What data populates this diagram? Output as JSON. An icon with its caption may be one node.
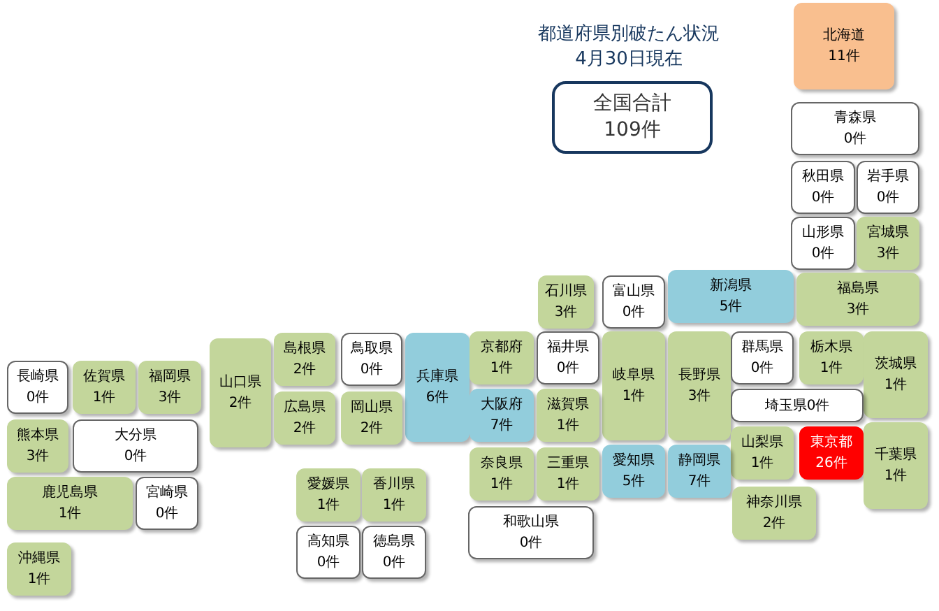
{
  "diagram": {
    "title": "都道府県別破たん状況",
    "labels": [
      "4月30日現在"
    ],
    "nodes": [
      {
        "text": [
          "全国合計",
          "109件"
        ]
      },
      {
        "text": [
          "北海道",
          "11件"
        ]
      },
      {
        "text": [
          "青森県",
          "0件"
        ]
      },
      {
        "text": [
          "秋田県",
          "0件"
        ]
      },
      {
        "text": [
          "岩手県",
          "0件"
        ]
      },
      {
        "text": [
          "山形県",
          "0件"
        ]
      },
      {
        "text": [
          "宮城県",
          "3件"
        ]
      },
      {
        "text": [
          "石川県",
          "3件"
        ]
      },
      {
        "text": [
          "富山県",
          "0件"
        ]
      },
      {
        "text": [
          "新潟県",
          "5件"
        ]
      },
      {
        "text": [
          "福島県",
          "3件"
        ]
      },
      {
        "text": [
          "長崎県",
          "0件"
        ]
      },
      {
        "text": [
          "佐賀県",
          "1件"
        ]
      },
      {
        "text": [
          "福岡県",
          "3件"
        ]
      },
      {
        "text": [
          "山口県",
          "2件"
        ]
      },
      {
        "text": [
          "島根県",
          "2件"
        ]
      },
      {
        "text": [
          "鳥取県",
          "0件"
        ]
      },
      {
        "text": [
          "兵庫県",
          "6件"
        ]
      },
      {
        "text": [
          "京都府",
          "1件"
        ]
      },
      {
        "text": [
          "福井県",
          "0件"
        ]
      },
      {
        "text": [
          "岐阜県",
          "1件"
        ]
      },
      {
        "text": [
          "長野県",
          "3件"
        ]
      },
      {
        "text": [
          "群馬県",
          "0件"
        ]
      },
      {
        "text": [
          "栃木県",
          "1件"
        ]
      },
      {
        "text": [
          "茨城県",
          "1件"
        ]
      },
      {
        "text": [
          "広島県",
          "2件"
        ]
      },
      {
        "text": [
          "岡山県",
          "2件"
        ]
      },
      {
        "text": [
          "熊本県",
          "3件"
        ]
      },
      {
        "text": [
          "大分県",
          "0件"
        ]
      },
      {
        "text": [
          "大阪府",
          "7件"
        ]
      },
      {
        "text": [
          "滋賀県",
          "1件"
        ]
      },
      {
        "text": [
          "埼玉県0件"
        ]
      },
      {
        "text": [
          "鹿児島県",
          "1件"
        ]
      },
      {
        "text": [
          "宮崎県",
          "0件"
        ]
      },
      {
        "text": [
          "山梨県",
          "1件"
        ]
      },
      {
        "text": [
          "東京都",
          "26件"
        ]
      },
      {
        "text": [
          "千葉県",
          "1件"
        ]
      },
      {
        "text": [
          "奈良県",
          "1件"
        ]
      },
      {
        "text": [
          "三重県",
          "1件"
        ]
      },
      {
        "text": [
          "愛知県",
          "5件"
        ]
      },
      {
        "text": [
          "静岡県",
          "7件"
        ]
      },
      {
        "text": [
          "愛媛県",
          "1件"
        ]
      },
      {
        "text": [
          "香川県",
          "1件"
        ]
      },
      {
        "text": [
          "神奈川県",
          "2件"
        ]
      },
      {
        "text": [
          "高知県",
          "0件"
        ]
      },
      {
        "text": [
          "徳島県",
          "0件"
        ]
      },
      {
        "text": [
          "和歌山県",
          "0件"
        ]
      },
      {
        "text": [
          "沖縄県",
          "1件"
        ]
      }
    ]
  }
}
